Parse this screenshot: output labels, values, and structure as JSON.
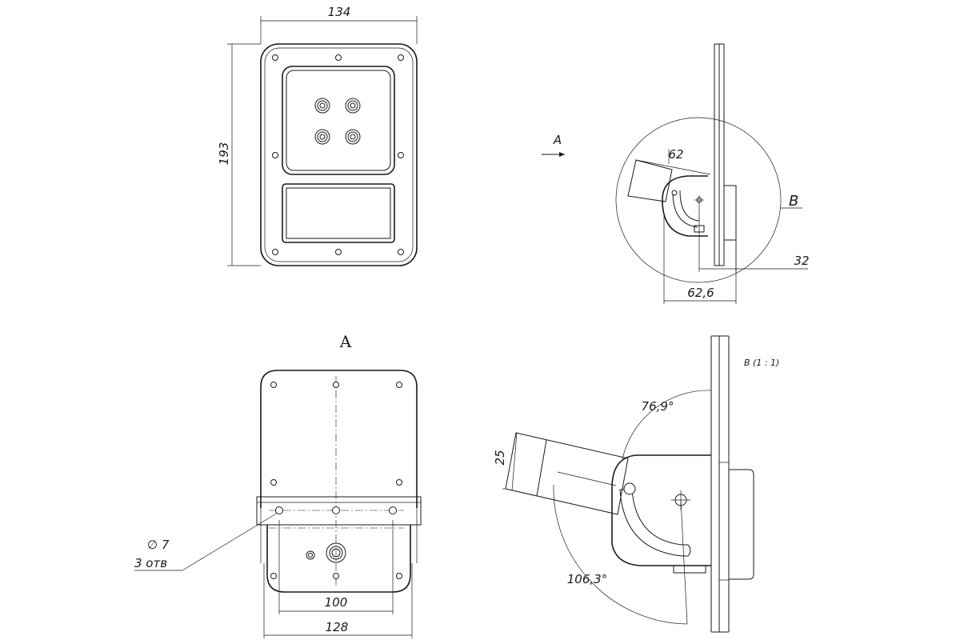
{
  "views": {
    "view_a_label": "A",
    "arrow_a_label": "A",
    "detail_b_label": "B",
    "detail_b_title": "B (1 : 1)"
  },
  "dimensions": {
    "front_width": "134",
    "front_height": "193",
    "side_depth_62": "62",
    "side_32": "32",
    "side_depth_62_6": "62,6",
    "bottom_100": "100",
    "bottom_128": "128",
    "hole_diameter": "∅ 7",
    "hole_count": "3 отв",
    "angle_upper": "76,9°",
    "angle_lower": "106,3°",
    "height_25": "25"
  }
}
